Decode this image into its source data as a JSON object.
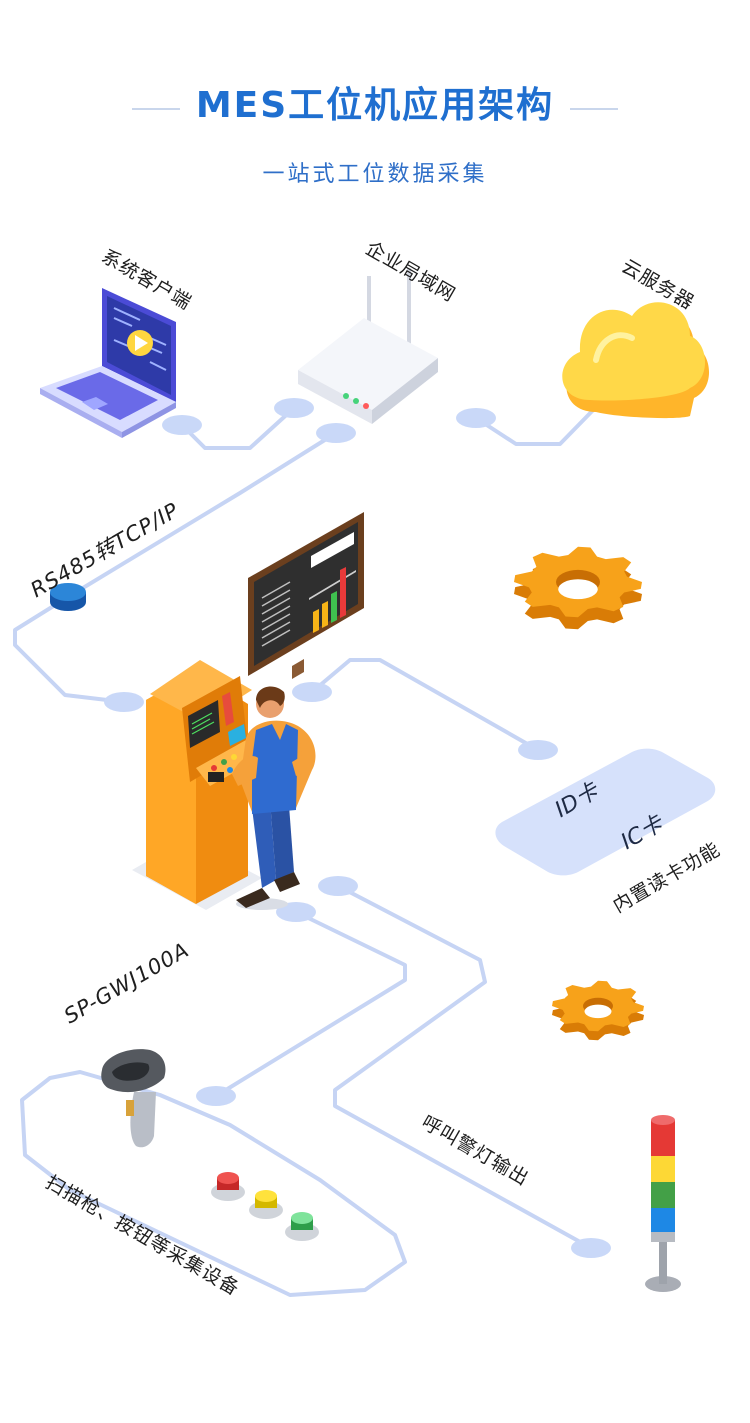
{
  "header": {
    "title": "MES工位机应用架构",
    "subtitle": "一站式工位数据采集"
  },
  "labels": {
    "client": "系统客户端",
    "lan": "企业局域网",
    "cloud": "云服务器",
    "rs485": "RS485转TCP/IP",
    "id_card": "ID卡",
    "ic_card": "IC卡",
    "card_reader": "内置读卡功能",
    "model": "SP-GWJ100A",
    "alarm_output": "呼叫警灯输出",
    "scanner_devices": "扫描枪、按钮等采集设备"
  },
  "colors": {
    "title": "#1f6fd0",
    "connector": "#c6d4f4",
    "node": "#c9d8f8",
    "gear": "#f39a12",
    "kiosk": "#ffa726",
    "cloud": "#ffcf3a",
    "laptop": "#5b5be0"
  },
  "icons": [
    "laptop-icon",
    "router-icon",
    "cloud-icon",
    "rs485-module-icon",
    "gear-icon",
    "monitor-board-icon",
    "kiosk-icon",
    "worker-icon",
    "card-icon",
    "scanner-icon",
    "button-icon",
    "signal-tower-icon"
  ]
}
